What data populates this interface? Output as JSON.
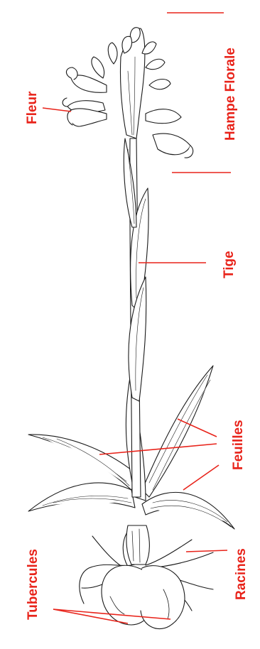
{
  "diagram": {
    "labels": {
      "fleur": "Fleur",
      "hampe_florale": "Hampe Florale",
      "tige": "Tige",
      "feuilles": "Feuilles",
      "racines": "Racines",
      "tubercules": "Tubercules"
    },
    "colors": {
      "label": "#e8231a",
      "ink": "#1a1a1a",
      "background": "#ffffff"
    }
  }
}
